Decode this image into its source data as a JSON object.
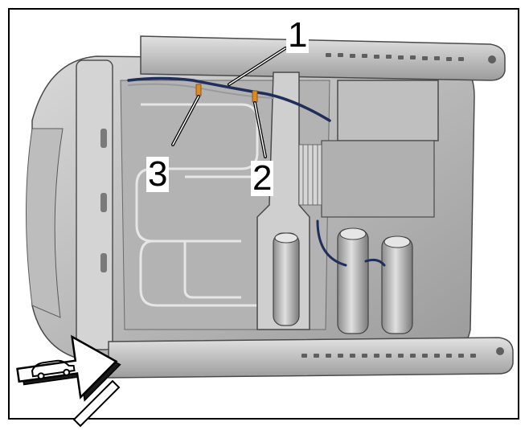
{
  "callouts": [
    {
      "id": "1",
      "label": "1"
    },
    {
      "id": "2",
      "label": "2"
    },
    {
      "id": "3",
      "label": "3"
    }
  ],
  "colors": {
    "frame_border": "#000000",
    "seat_body": "#c9c9c9",
    "seat_shadow": "#8f8f8f",
    "seat_dark": "#5a5a5a",
    "wire_harness": "#1f2f5a",
    "wire_clip": "#e08a1e",
    "arrow_fill": "#ffffff",
    "arrow_stroke": "#000000"
  },
  "icons": {
    "direction": "vehicle-forward-arrow-icon"
  }
}
